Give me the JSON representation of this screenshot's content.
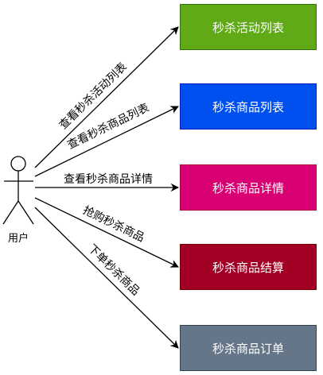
{
  "actor": {
    "label": "用户"
  },
  "boxes": [
    {
      "label": "秒杀活动列表",
      "fill": "#60a917",
      "stroke": "#2d7600"
    },
    {
      "label": "秒杀商品列表",
      "fill": "#0050ef",
      "stroke": "#001dbc"
    },
    {
      "label": "秒杀商品详情",
      "fill": "#d80073",
      "stroke": "#a50040"
    },
    {
      "label": "秒杀商品结算",
      "fill": "#a20025",
      "stroke": "#6f0000"
    },
    {
      "label": "秒杀商品订单",
      "fill": "#647687",
      "stroke": "#314354"
    }
  ],
  "edges": [
    {
      "label": "查看秒杀活动列表"
    },
    {
      "label": "查看秒杀商品列表"
    },
    {
      "label": "查看秒杀商品详情"
    },
    {
      "label": "抢购秒杀商品"
    },
    {
      "label": "下单秒杀商品"
    }
  ]
}
